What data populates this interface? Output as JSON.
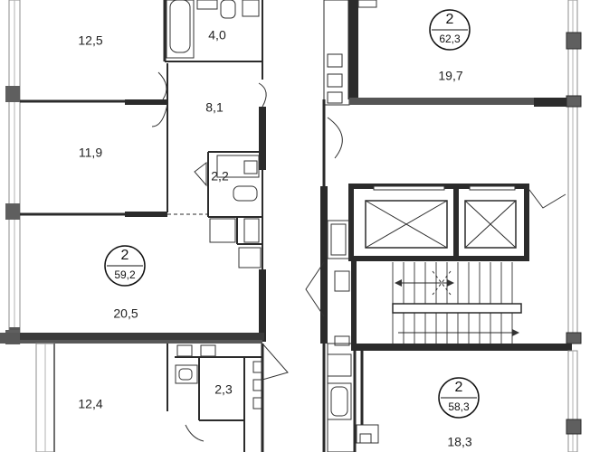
{
  "apartments": [
    {
      "id": "left",
      "rooms": "2",
      "total_area": "59,2"
    },
    {
      "id": "right-top",
      "rooms": "2",
      "total_area": "62,3"
    },
    {
      "id": "right-bottom",
      "rooms": "2",
      "total_area": "58,3"
    }
  ],
  "room_areas": {
    "left_bedroom_top": "12,5",
    "left_bath_top": "4,0",
    "left_hall": "8,1",
    "left_bedroom_middle": "11,9",
    "left_wc": "2,2",
    "left_living": "20,5",
    "lower_left_room": "12,4",
    "lower_bath": "2,3",
    "right_top_room": "19,7",
    "right_bottom_room": "18,3"
  },
  "colors": {
    "wall": "#2b2b2b",
    "partition": "#5a5a5a",
    "window": "#9a9a9a",
    "fixture": "#333333"
  }
}
